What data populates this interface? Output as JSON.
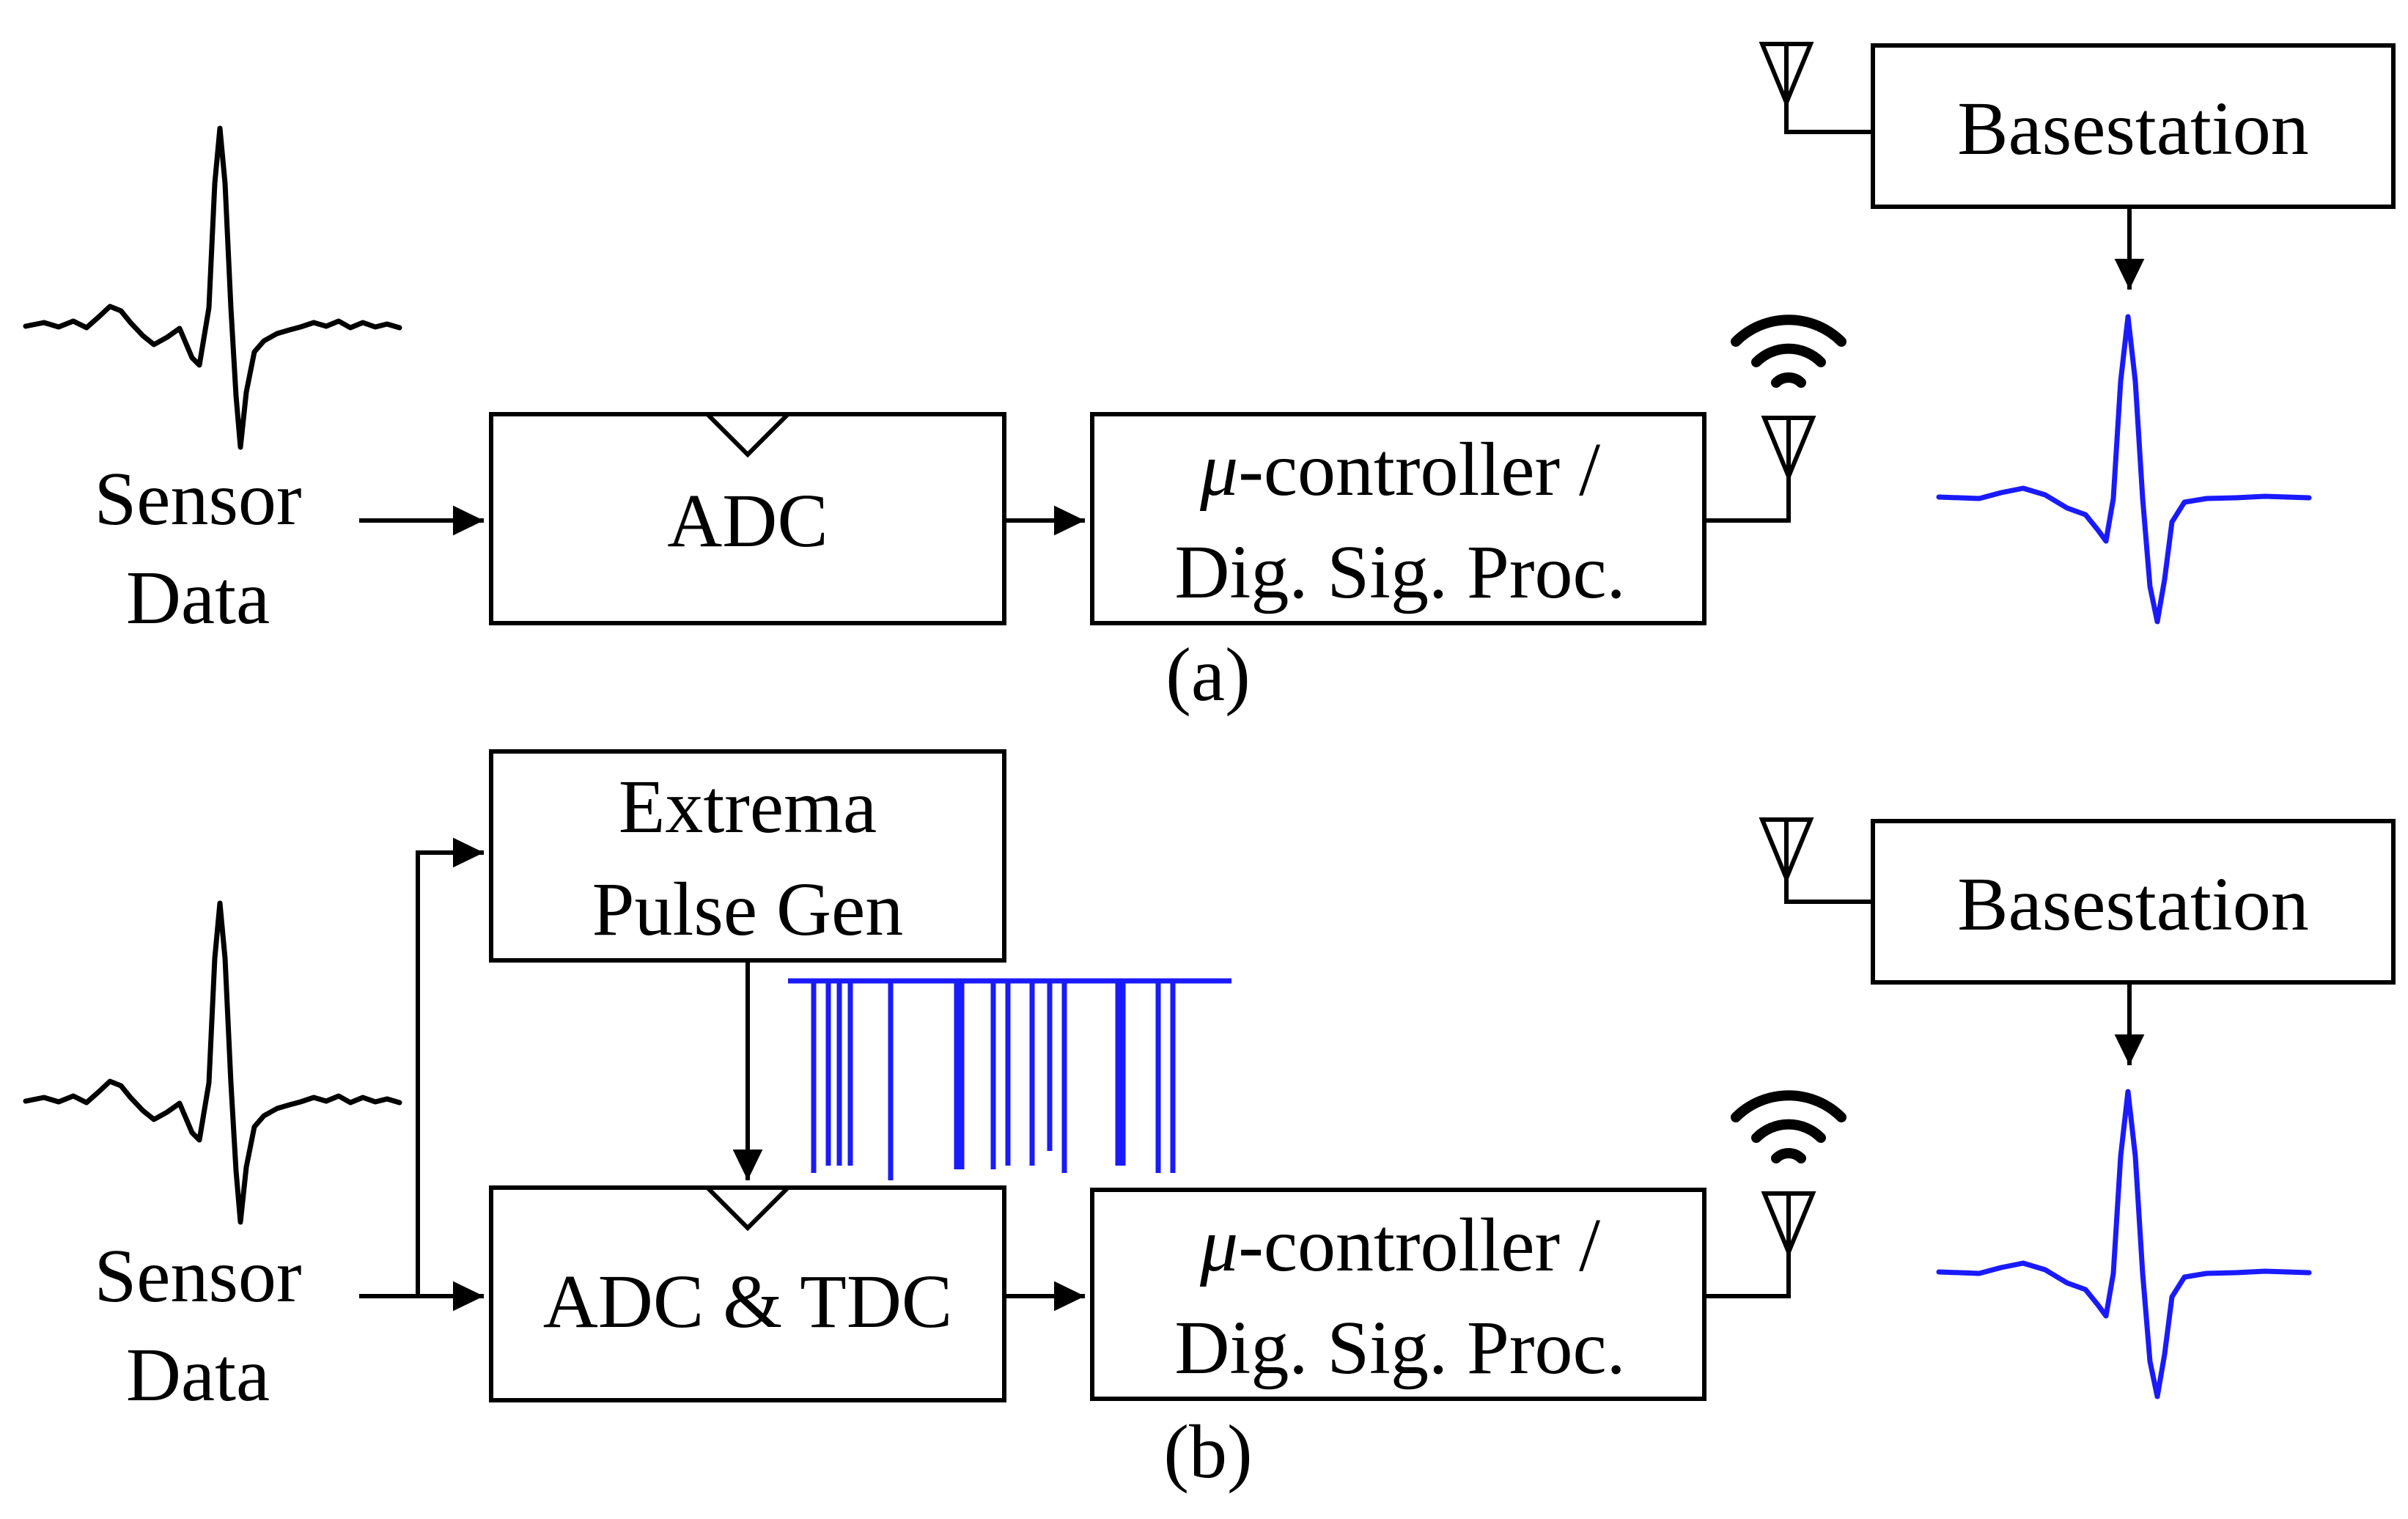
{
  "colors": {
    "line": "#000000",
    "signal_blue": "#1a1aff"
  },
  "panel_a": {
    "caption": "(a)",
    "input": {
      "line1": "Sensor",
      "line2": "Data"
    },
    "adc": {
      "label": "ADC"
    },
    "mcu": {
      "line1_symbol": "μ",
      "line1_rest": "-controller /",
      "line2": "Dig. Sig. Proc."
    },
    "basestation": {
      "label": "Basestation"
    }
  },
  "panel_b": {
    "caption": "(b)",
    "input": {
      "line1": "Sensor",
      "line2": "Data"
    },
    "extrema": {
      "line1": "Extrema",
      "line2": "Pulse Gen"
    },
    "adc_tdc": {
      "label": "ADC & TDC"
    },
    "mcu": {
      "line1_symbol": "μ",
      "line1_rest": "-controller /",
      "line2": "Dig. Sig. Proc."
    },
    "basestation": {
      "label": "Basestation"
    }
  },
  "icons": [
    "antenna-icon",
    "wifi-signal-icon",
    "clock-triangle-icon",
    "arrow-icon"
  ]
}
